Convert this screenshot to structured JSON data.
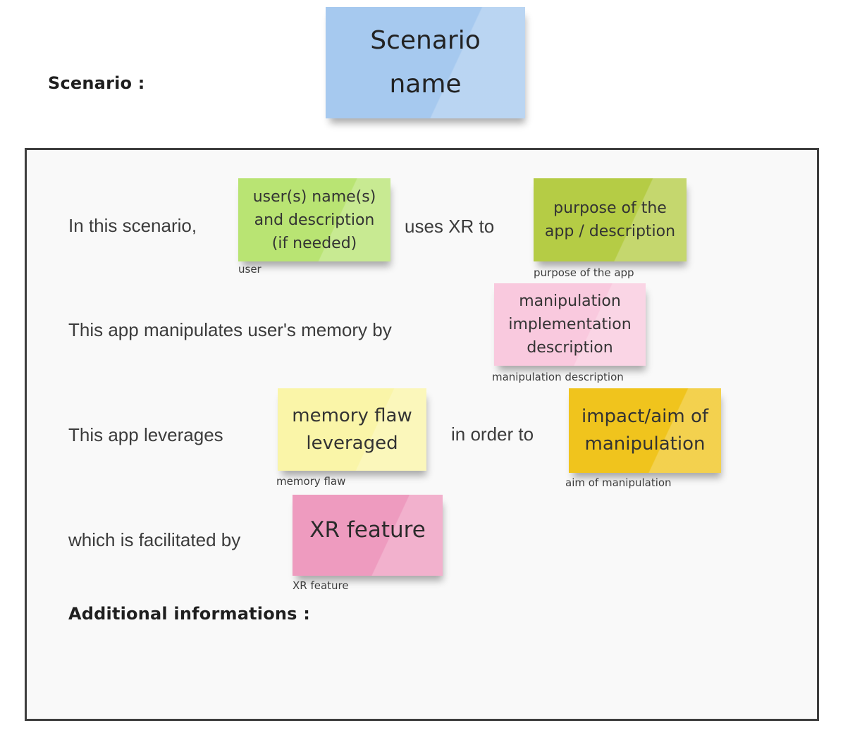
{
  "board": {
    "scenario_label": "Scenario :",
    "additional_info_label": "Additional informations :"
  },
  "title_note": {
    "text": "Scenario name",
    "color": "#a6c9ef"
  },
  "sentence_fragments": {
    "in_this_scenario": "In this scenario,",
    "uses_xr_to": "uses XR to",
    "manipulates_memory_by": "This app manipulates user's memory by",
    "leverages": "This app leverages",
    "in_order_to": "in order to",
    "facilitated_by": "which is facilitated by"
  },
  "sticky_notes": [
    {
      "id": "user",
      "text": "user(s) name(s) and description (if needed)",
      "label": "user",
      "color": "#b9e473"
    },
    {
      "id": "purpose",
      "text": "purpose of the app / description",
      "label": "purpose of the app",
      "color": "#b5cc45"
    },
    {
      "id": "manipulation",
      "text": "manipulation implementation description",
      "label": "manipulation description",
      "color": "#f9c9de"
    },
    {
      "id": "memory_flaw",
      "text": "memory flaw leveraged",
      "label": "memory flaw",
      "color": "#faf5a8"
    },
    {
      "id": "aim",
      "text": "impact/aim of manipulation",
      "label": "aim of manipulation",
      "color": "#f0c41d"
    },
    {
      "id": "xr_feature",
      "text": "XR feature",
      "label": "XR feature",
      "color": "#ee9bbf"
    }
  ]
}
